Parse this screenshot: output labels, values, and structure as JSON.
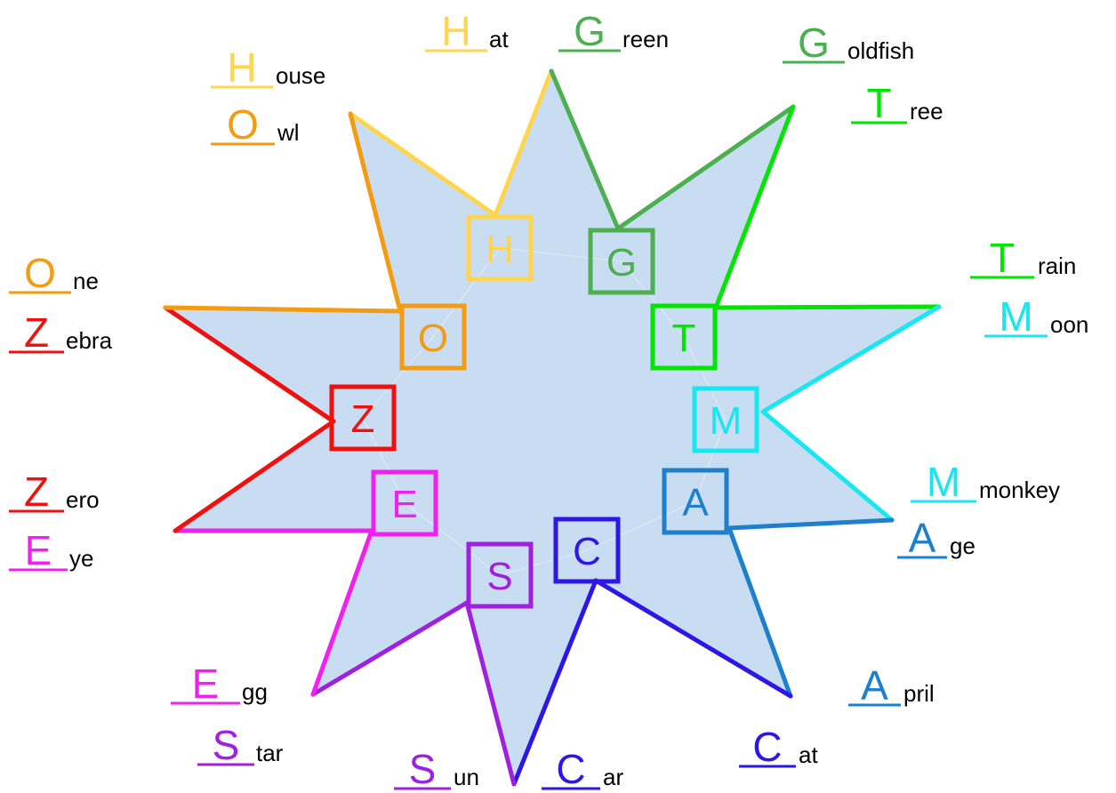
{
  "star": {
    "fill": "#c9ddf2"
  },
  "boxes": [
    {
      "letter": "H",
      "color": "#ffd54f"
    },
    {
      "letter": "G",
      "color": "#4caf50"
    },
    {
      "letter": "T",
      "color": "#00e600"
    },
    {
      "letter": "M",
      "color": "#18e6f0"
    },
    {
      "letter": "A",
      "color": "#1e7fcc"
    },
    {
      "letter": "C",
      "color": "#2d16e8"
    },
    {
      "letter": "S",
      "color": "#a020e0"
    },
    {
      "letter": "E",
      "color": "#f020f0"
    },
    {
      "letter": "Z",
      "color": "#f01010"
    },
    {
      "letter": "O",
      "color": "#f39c12"
    }
  ],
  "words": [
    {
      "letter": "H",
      "rest": "at",
      "color": "#ffd54f"
    },
    {
      "letter": "G",
      "rest": "reen",
      "color": "#4caf50"
    },
    {
      "letter": "G",
      "rest": "oldfish",
      "color": "#4caf50"
    },
    {
      "letter": "T",
      "rest": "ree",
      "color": "#00e600"
    },
    {
      "letter": "T",
      "rest": "rain",
      "color": "#00e600"
    },
    {
      "letter": "M",
      "rest": "oon",
      "color": "#18e6f0"
    },
    {
      "letter": "M",
      "rest": "monkey",
      "color": "#18e6f0"
    },
    {
      "letter": "A",
      "rest": "ge",
      "color": "#1e7fcc"
    },
    {
      "letter": "A",
      "rest": "pril",
      "color": "#1e7fcc"
    },
    {
      "letter": "C",
      "rest": "at",
      "color": "#2d16e8"
    },
    {
      "letter": "C",
      "rest": "ar",
      "color": "#2d16e8"
    },
    {
      "letter": "S",
      "rest": "un",
      "color": "#a020e0"
    },
    {
      "letter": "S",
      "rest": "tar",
      "color": "#a020e0"
    },
    {
      "letter": "E",
      "rest": "gg",
      "color": "#f020f0"
    },
    {
      "letter": "E",
      "rest": "ye",
      "color": "#f020f0"
    },
    {
      "letter": "Z",
      "rest": "ero",
      "color": "#f01010"
    },
    {
      "letter": "Z",
      "rest": "ebra",
      "color": "#f01010"
    },
    {
      "letter": "O",
      "rest": "ne",
      "color": "#f39c12"
    },
    {
      "letter": "O",
      "rest": "wl",
      "color": "#f39c12"
    },
    {
      "letter": "H",
      "rest": "ouse",
      "color": "#ffd54f"
    }
  ]
}
